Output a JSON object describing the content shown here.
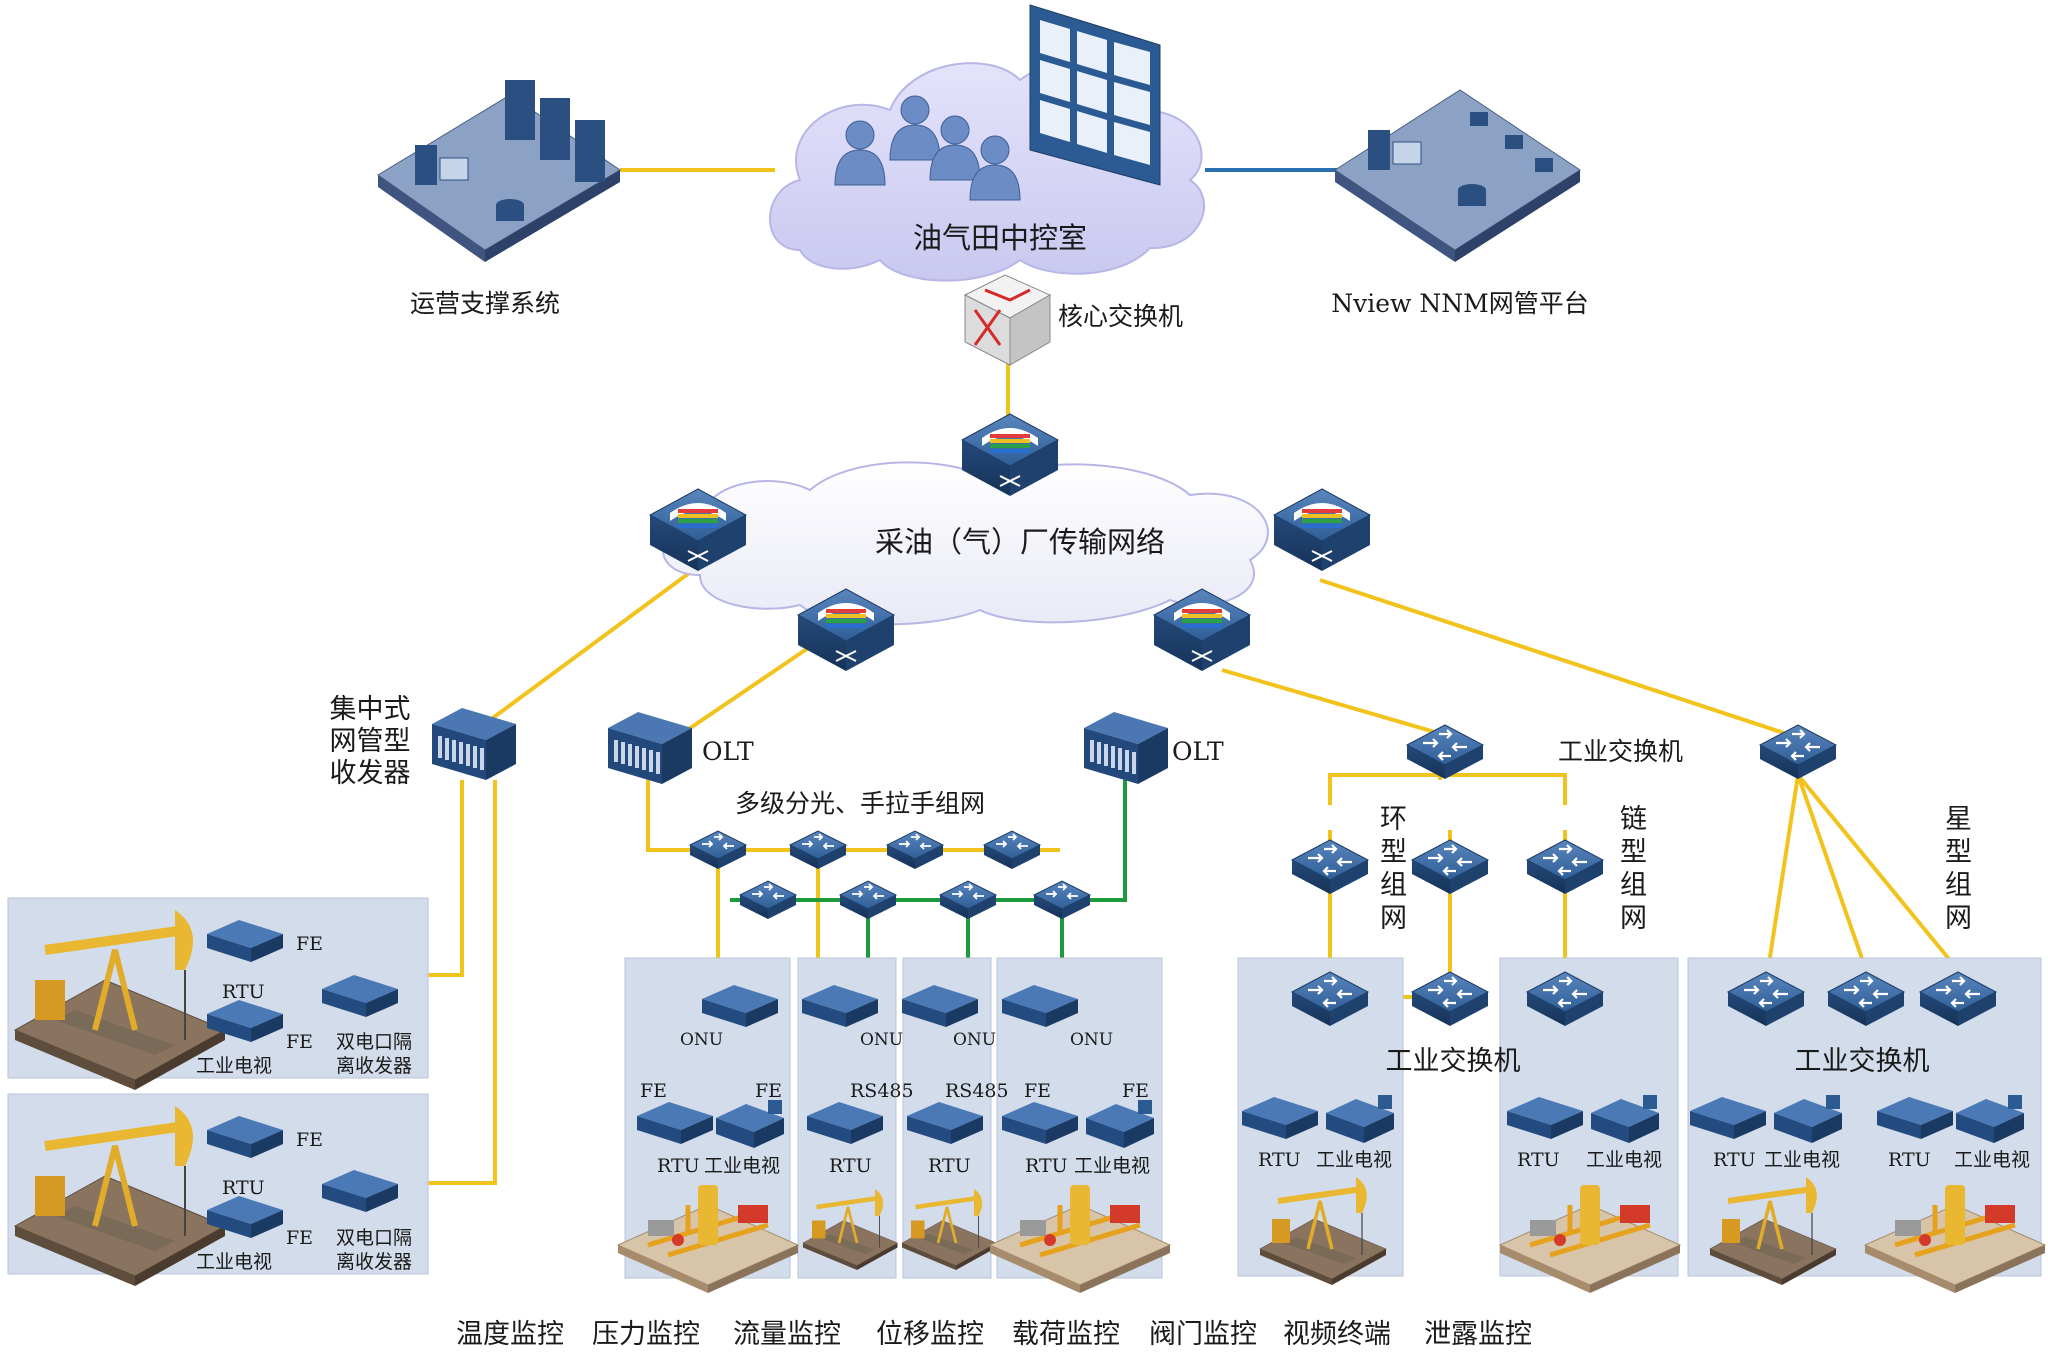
{
  "control_room": {
    "label": "油气田中控室"
  },
  "ops_system": {
    "label": "运营支撑系统"
  },
  "nms_platform": {
    "label": "Nview NNM网管平台"
  },
  "core_switch": {
    "label": "核心交换机"
  },
  "transport_net": {
    "label": "采油（气）厂传输网络"
  },
  "transceiver_group": {
    "label_lines": [
      "集中式",
      "网管型",
      "收发器"
    ]
  },
  "olt": {
    "label": "OLT"
  },
  "splitter_net": {
    "label": "多级分光、手拉手组网"
  },
  "industrial_switch": {
    "label": "工业交换机"
  },
  "topologies": {
    "ring": [
      "环",
      "型",
      "组",
      "网"
    ],
    "chain": [
      "链",
      "型",
      "组",
      "网"
    ],
    "star": [
      "星",
      "型",
      "组",
      "网"
    ]
  },
  "device_labels": {
    "fe": "FE",
    "rtu": "RTU",
    "tv": "工业电视",
    "onu": "ONU",
    "rs485": "RS485",
    "dual_transceiver": [
      "双电口隔",
      "离收发器"
    ]
  },
  "monitoring": [
    "温度监控",
    "压力监控",
    "流量监控",
    "位移监控",
    "载荷监控",
    "阀门监控",
    "视频终端",
    "泄露监控"
  ],
  "colors": {
    "fiber": "#f2c31c",
    "green_link": "#1c9b3c",
    "blue_link": "#2a6fb0",
    "panel": "#d3dcea",
    "device": "#2c5a92",
    "cloud": "#d9d8f5"
  }
}
